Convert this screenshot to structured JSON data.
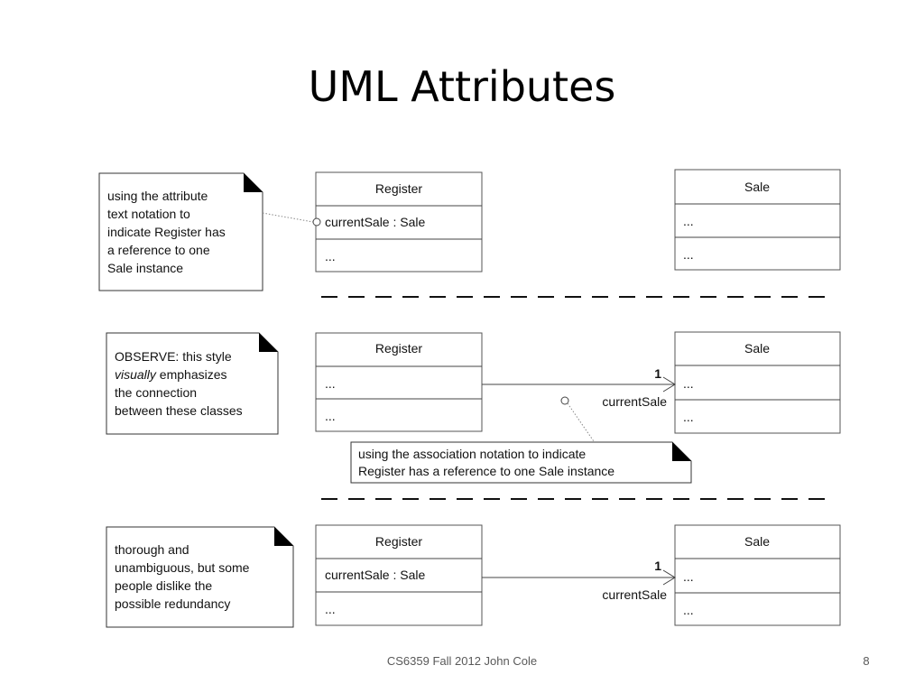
{
  "slide": {
    "title": "UML Attributes",
    "footer": "CS6359 Fall 2012 John Cole",
    "page_number": "8"
  },
  "diagram": {
    "row1": {
      "note": [
        "using the attribute",
        "text notation to",
        "indicate Register has",
        "a reference to one",
        "Sale instance"
      ],
      "register": {
        "name": "Register",
        "attributes": "currentSale : Sale",
        "operations": "..."
      },
      "sale": {
        "name": "Sale",
        "attributes": "...",
        "operations": "..."
      }
    },
    "row2": {
      "note": [
        "OBSERVE: this style",
        "visually",
        "emphasizes",
        "the connection",
        "between these classes"
      ],
      "register": {
        "name": "Register",
        "attributes": "...",
        "operations": "..."
      },
      "sale": {
        "name": "Sale",
        "attributes": "...",
        "operations": "..."
      },
      "multiplicity": "1",
      "role": "currentSale",
      "assoc_note": [
        "using the association notation to indicate",
        "Register has a reference to one Sale instance"
      ]
    },
    "row3": {
      "note": [
        "thorough and",
        "unambiguous, but some",
        "people dislike the",
        "possible redundancy"
      ],
      "register": {
        "name": "Register",
        "attributes": "currentSale : Sale",
        "operations": "..."
      },
      "sale": {
        "name": "Sale",
        "attributes": "...",
        "operations": "..."
      },
      "multiplicity": "1",
      "role": "currentSale"
    }
  }
}
